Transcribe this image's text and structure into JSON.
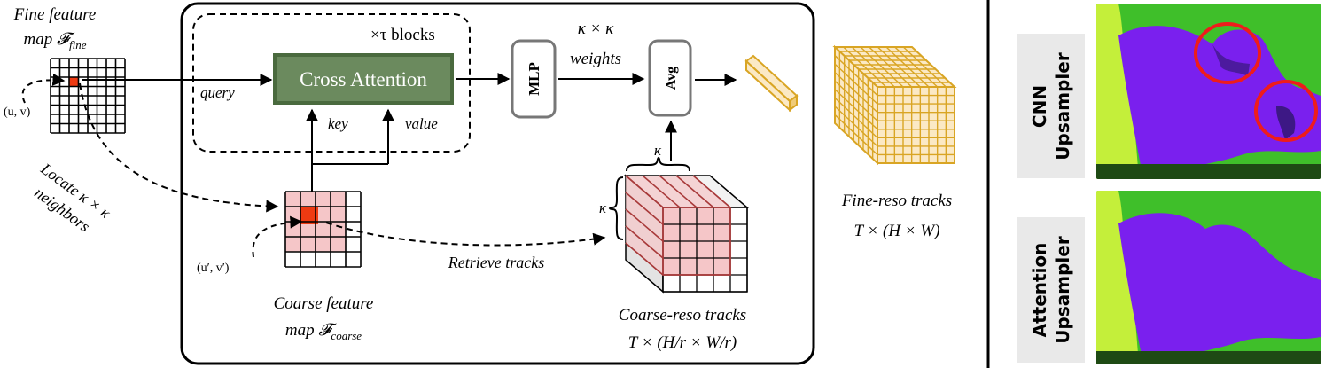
{
  "fine_map": {
    "line1": "Fine feature",
    "line2_prefix": "map ",
    "line2_symbol": "𝓕",
    "line2_sub": "fine"
  },
  "coarse_map": {
    "line1": "Coarse feature",
    "line2_prefix": "map ",
    "line2_symbol": "𝓕",
    "line2_sub": "coarse"
  },
  "coords": {
    "fine": "(u, v)",
    "coarse": "(u′, v′)"
  },
  "locate": {
    "line1": "Locate κ × κ",
    "line2": "neighbors"
  },
  "blocks_label": "×τ blocks",
  "cross_attention": "Cross Attention",
  "query": "query",
  "key": "key",
  "value": "value",
  "mlp": "MLP",
  "avg": "Avg",
  "weights": {
    "line1": "κ × κ",
    "line2": "weights"
  },
  "kappa": "κ",
  "retrieve": "Retrieve tracks",
  "coarse_tracks": {
    "line1": "Coarse-reso tracks",
    "line2": "T × (H/r × W/r)"
  },
  "fine_tracks": {
    "line1": "Fine-reso tracks",
    "line2": "T × (H × W)"
  },
  "comparison": [
    {
      "line1": "CNN",
      "line2": "Upsampler"
    },
    {
      "line1": "Attention",
      "line2": "Upsampler"
    }
  ],
  "colors": {
    "cross_attention_fill": "#6b8a5e",
    "cross_attention_border": "#4a6a3e",
    "pink": "#f5c6c8",
    "red_cell": "#ee3a12",
    "gold": "#d9a524",
    "gold_fill": "#fbe9c5",
    "dark_red_line": "#a83a3a",
    "label_bg": "#e9e9e9",
    "flow_green": "#3fbf2a",
    "flow_purple": "#7a20ee",
    "flow_yellow": "#c4ef3a",
    "circle_red": "#ee1c1c"
  }
}
